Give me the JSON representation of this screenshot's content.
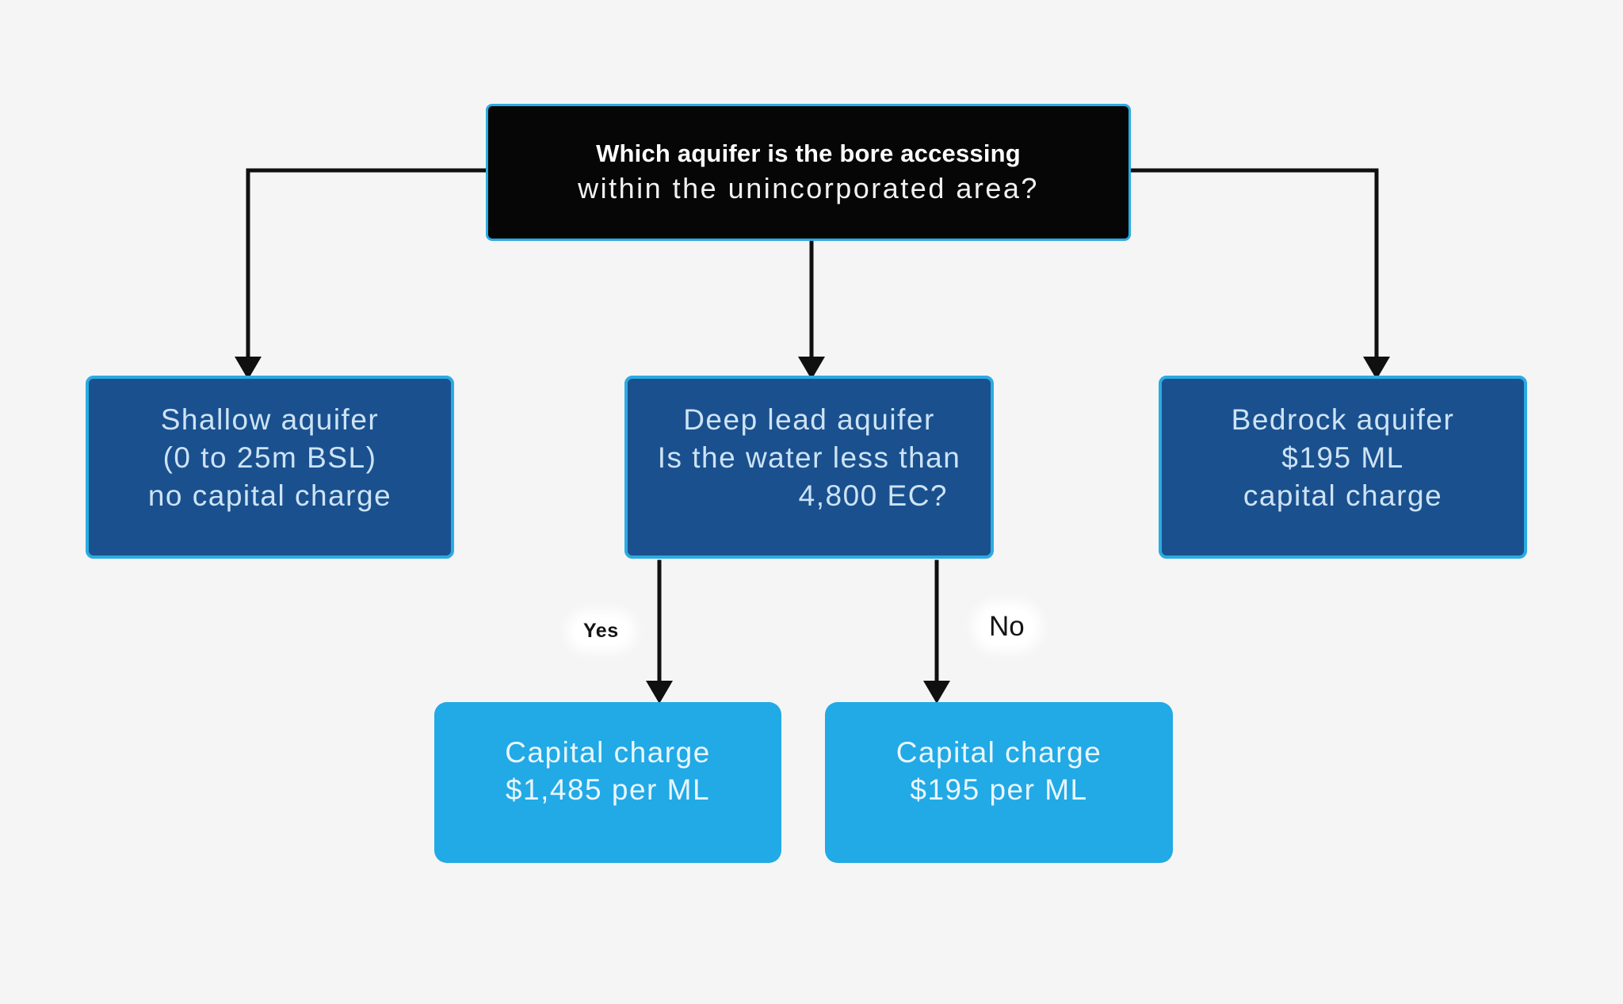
{
  "colors": {
    "page-bg": "#f5f5f6",
    "root-bg": "#060606",
    "root-text": "#ffffff",
    "node-border": "#2aabe2",
    "branch-bg": "#1a508e",
    "branch-text": "#cde3f5",
    "outcome-bg": "#21aae5",
    "outcome-text": "#eaf6fd",
    "arrow": "#101010",
    "label-text": "#141414"
  },
  "root": {
    "line_bold": "Which aquifer is the bore accessing",
    "line_regular": "within the unincorporated area?"
  },
  "branches": [
    {
      "id": "shallow-aquifer",
      "lines": [
        "Shallow aquifer",
        "(0 to 25m BSL)",
        "no capital charge"
      ]
    },
    {
      "id": "deep-lead-aquifer",
      "lines": [
        "Deep lead aquifer",
        "Is the water less than",
        "4,800 EC?"
      ]
    },
    {
      "id": "bedrock-aquifer",
      "lines": [
        "Bedrock aquifer",
        "$195 ML",
        "capital charge"
      ]
    }
  ],
  "edge_labels": {
    "yes": "Yes",
    "no": "No"
  },
  "outcomes": [
    {
      "id": "capital-charge-yes",
      "lines": [
        "Capital charge",
        "$1,485 per ML"
      ]
    },
    {
      "id": "capital-charge-no",
      "lines": [
        "Capital charge",
        "$195 per ML"
      ]
    }
  ]
}
